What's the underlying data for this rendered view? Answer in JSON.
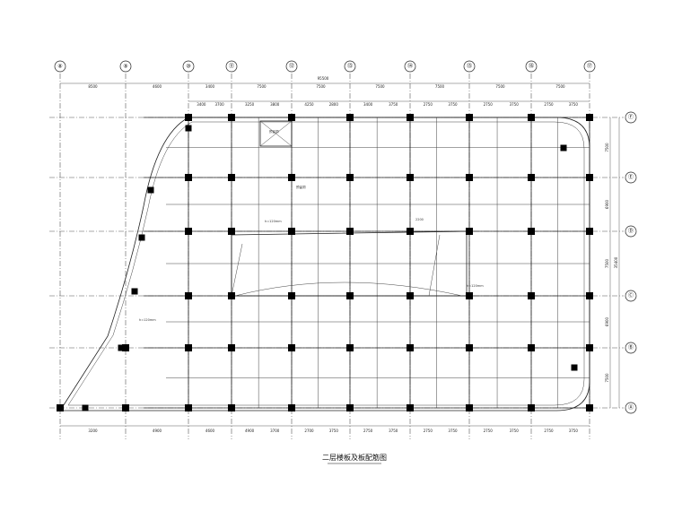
{
  "drawing": {
    "title": "二层楼板及板配筋图",
    "overall_dim": "95500"
  },
  "axes_vertical": {
    "labels": [
      "⑧",
      "⑨",
      "⑩",
      "⑪",
      "⑫",
      "⑬",
      "⑭",
      "⑮",
      "⑯",
      "⑰"
    ],
    "top_dims": [
      "8500",
      "4600",
      "3400",
      "7500",
      "7500",
      "7500",
      "7500",
      "7500",
      "7500"
    ],
    "top_subdims": [
      "3400",
      "3700",
      "3250",
      "3800",
      "4250",
      "2800",
      "3400",
      "3750",
      "2750",
      "3750",
      "2750",
      "3750",
      "2750",
      "3750"
    ],
    "bottom_dims": [
      "3200",
      "4900",
      "4600",
      "4900",
      "3700",
      "2700",
      "3750",
      "2750",
      "3750",
      "2750",
      "3750",
      "2750",
      "3750",
      "2750",
      "3750"
    ]
  },
  "axes_horizontal": {
    "labels": [
      "Ⓕ",
      "Ⓔ",
      "Ⓓ",
      "Ⓒ",
      "Ⓑ",
      "Ⓐ"
    ],
    "right_dims": [
      "7500",
      "6900",
      "7500",
      "6900",
      "7500"
    ],
    "right_total": "35400"
  },
  "annotations": [
    "预留洞",
    "h=120mm",
    "h=120mm",
    "预留洞",
    "h=120mm",
    "2200"
  ]
}
